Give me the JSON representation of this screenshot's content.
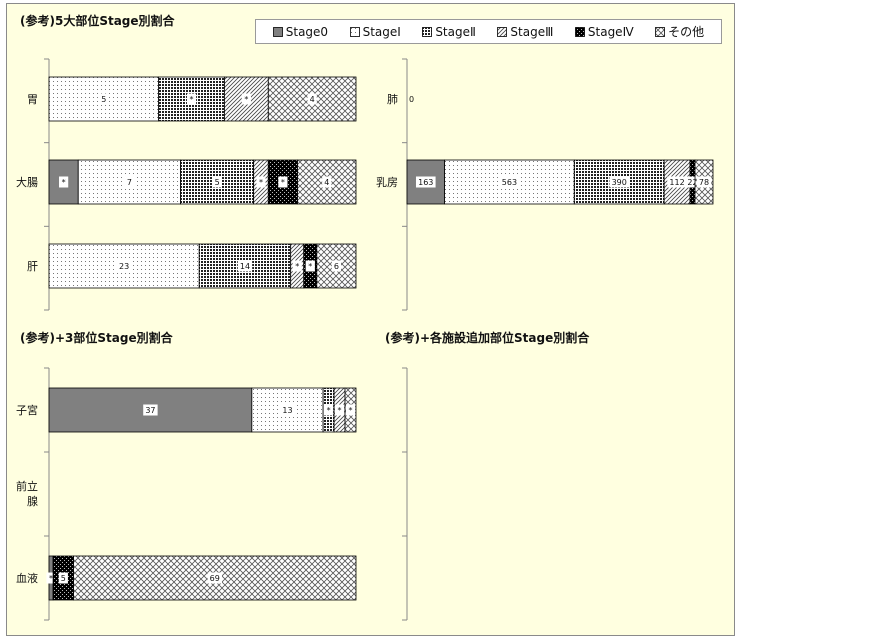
{
  "titles": {
    "top_left": "(参考)5大部位Stage別割合",
    "mid_left": "(参考)+3部位Stage別割合",
    "mid_right": "(参考)+各施設追加部位Stage別割合"
  },
  "legend": [
    {
      "key": "s0",
      "label": "Stage0",
      "icon": "solid-gray"
    },
    {
      "key": "s1",
      "label": "StageⅠ",
      "icon": "dots"
    },
    {
      "key": "s2",
      "label": "StageⅡ",
      "icon": "dense-checker"
    },
    {
      "key": "s3",
      "label": "StageⅢ",
      "icon": "diagonal-lines"
    },
    {
      "key": "s4",
      "label": "StageⅣ",
      "icon": "dark-checker"
    },
    {
      "key": "s5",
      "label": "その他",
      "icon": "crosshatch"
    }
  ],
  "chart_data": [
    {
      "type": "bar",
      "orientation": "horizontal",
      "stacked": "percent",
      "series_order": [
        "Stage0",
        "StageⅠ",
        "StageⅡ",
        "StageⅢ",
        "StageⅣ",
        "その他"
      ],
      "rows": [
        {
          "category": "胃",
          "values": [
            0,
            5,
            3,
            2,
            0,
            4
          ],
          "labels": [
            "",
            "5",
            "*",
            "*",
            "",
            "4"
          ]
        },
        {
          "category": "大腸",
          "values": [
            2,
            7,
            5,
            1,
            2,
            4
          ],
          "labels": [
            "*",
            "7",
            "5",
            "*",
            "*",
            "4"
          ]
        },
        {
          "category": "肝",
          "values": [
            0,
            23,
            14,
            2,
            2,
            6
          ],
          "labels": [
            "",
            "23",
            "14",
            "*",
            "*",
            "6"
          ]
        }
      ]
    },
    {
      "type": "bar",
      "orientation": "horizontal",
      "stacked": "percent",
      "series_order": [
        "Stage0",
        "StageⅠ",
        "StageⅡ",
        "StageⅢ",
        "StageⅣ",
        "その他"
      ],
      "rows": [
        {
          "category": "肺",
          "values": [
            0,
            0,
            0,
            0,
            0,
            0
          ],
          "labels": [
            "0",
            "",
            "",
            "",
            "",
            ""
          ]
        },
        {
          "category": "乳房",
          "values": [
            163,
            563,
            390,
            112,
            22,
            78
          ],
          "labels": [
            "163",
            "563",
            "390",
            "112",
            "22",
            "78"
          ]
        }
      ]
    },
    {
      "type": "bar",
      "orientation": "horizontal",
      "stacked": "percent",
      "series_order": [
        "Stage0",
        "StageⅠ",
        "StageⅡ",
        "StageⅢ",
        "StageⅣ",
        "その他"
      ],
      "rows": [
        {
          "category": "子宮",
          "values": [
            37,
            13,
            2,
            2,
            0,
            2
          ],
          "labels": [
            "37",
            "13",
            "*",
            "*",
            "",
            "*"
          ]
        },
        {
          "category": "前立腺",
          "values": [
            0,
            0,
            0,
            0,
            0,
            0
          ],
          "labels": [
            "",
            "",
            "",
            "",
            "",
            ""
          ]
        },
        {
          "category": "血液",
          "values": [
            1,
            0,
            0,
            0,
            5,
            69
          ],
          "labels": [
            "*",
            "",
            "",
            "",
            "5",
            "69"
          ]
        }
      ]
    },
    {
      "type": "bar",
      "orientation": "horizontal",
      "stacked": "percent",
      "rows": []
    }
  ]
}
